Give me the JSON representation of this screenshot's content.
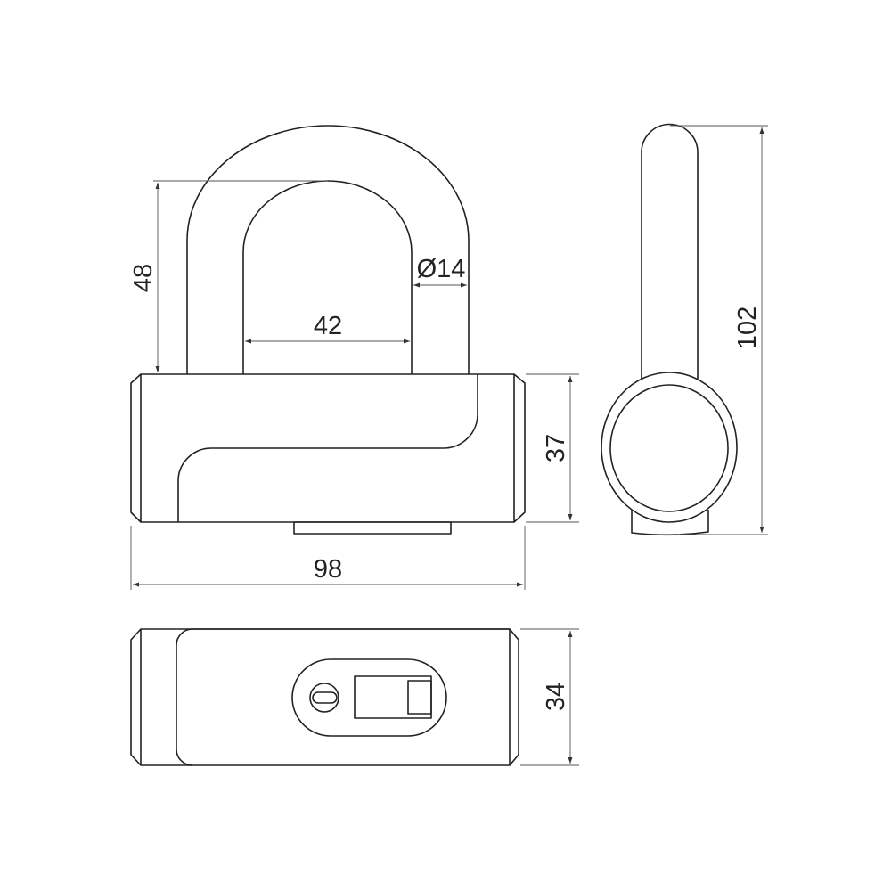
{
  "drawing": {
    "subject": "padlock",
    "views": [
      "front",
      "side",
      "bottom"
    ],
    "dimensions": {
      "shackle_height": "48",
      "shackle_inner_width": "42",
      "shackle_diameter": "Ø14",
      "body_height": "37",
      "body_width": "98",
      "total_height": "102",
      "body_depth": "34"
    },
    "colors": {
      "line": "#222222",
      "dimension_line": "#555555",
      "background": "#ffffff"
    }
  }
}
